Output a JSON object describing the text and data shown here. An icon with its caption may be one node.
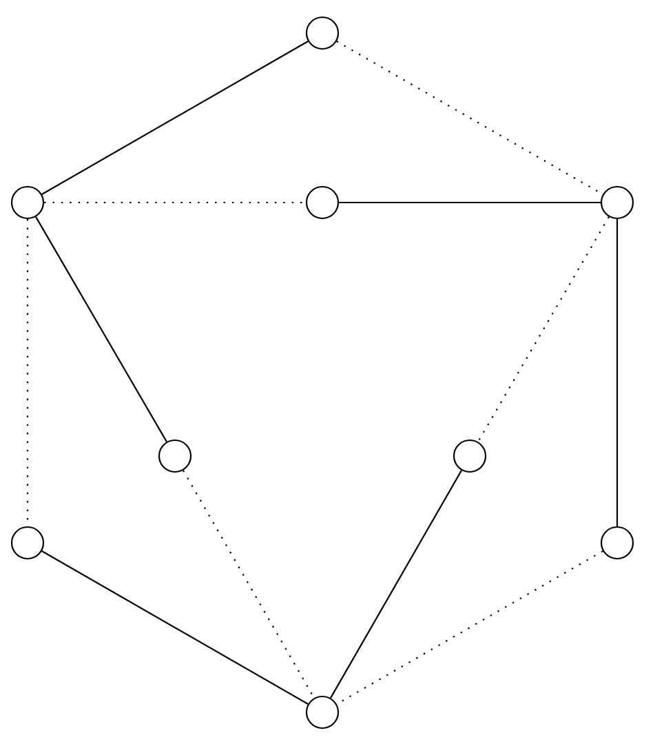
{
  "diagram": {
    "nodes": [
      {
        "text": [],
        "shape": "circle"
      },
      {
        "text": [],
        "shape": "circle"
      },
      {
        "text": [],
        "shape": "circle"
      },
      {
        "text": [],
        "shape": "circle"
      },
      {
        "text": [],
        "shape": "circle"
      },
      {
        "text": [],
        "shape": "circle"
      },
      {
        "text": [],
        "shape": "circle"
      },
      {
        "text": [],
        "shape": "circle"
      },
      {
        "text": [],
        "shape": "circle"
      }
    ],
    "edges": [
      {
        "from": 0,
        "to": 1,
        "arrow": "none"
      },
      {
        "from": 0,
        "to": 3,
        "arrow": "none",
        "style": "dashed"
      },
      {
        "from": 1,
        "to": 2,
        "arrow": "none",
        "style": "dashed"
      },
      {
        "from": 2,
        "to": 3,
        "arrow": "none"
      },
      {
        "from": 1,
        "to": 4,
        "arrow": "none"
      },
      {
        "from": 1,
        "to": 6,
        "arrow": "none",
        "style": "dashed"
      },
      {
        "from": 3,
        "to": 5,
        "arrow": "none",
        "style": "dashed"
      },
      {
        "from": 3,
        "to": 7,
        "arrow": "none"
      },
      {
        "from": 4,
        "to": 8,
        "arrow": "none",
        "style": "dashed"
      },
      {
        "from": 5,
        "to": 8,
        "arrow": "none"
      },
      {
        "from": 6,
        "to": 8,
        "arrow": "none"
      },
      {
        "from": 7,
        "to": 8,
        "arrow": "none",
        "style": "dashed"
      }
    ]
  }
}
